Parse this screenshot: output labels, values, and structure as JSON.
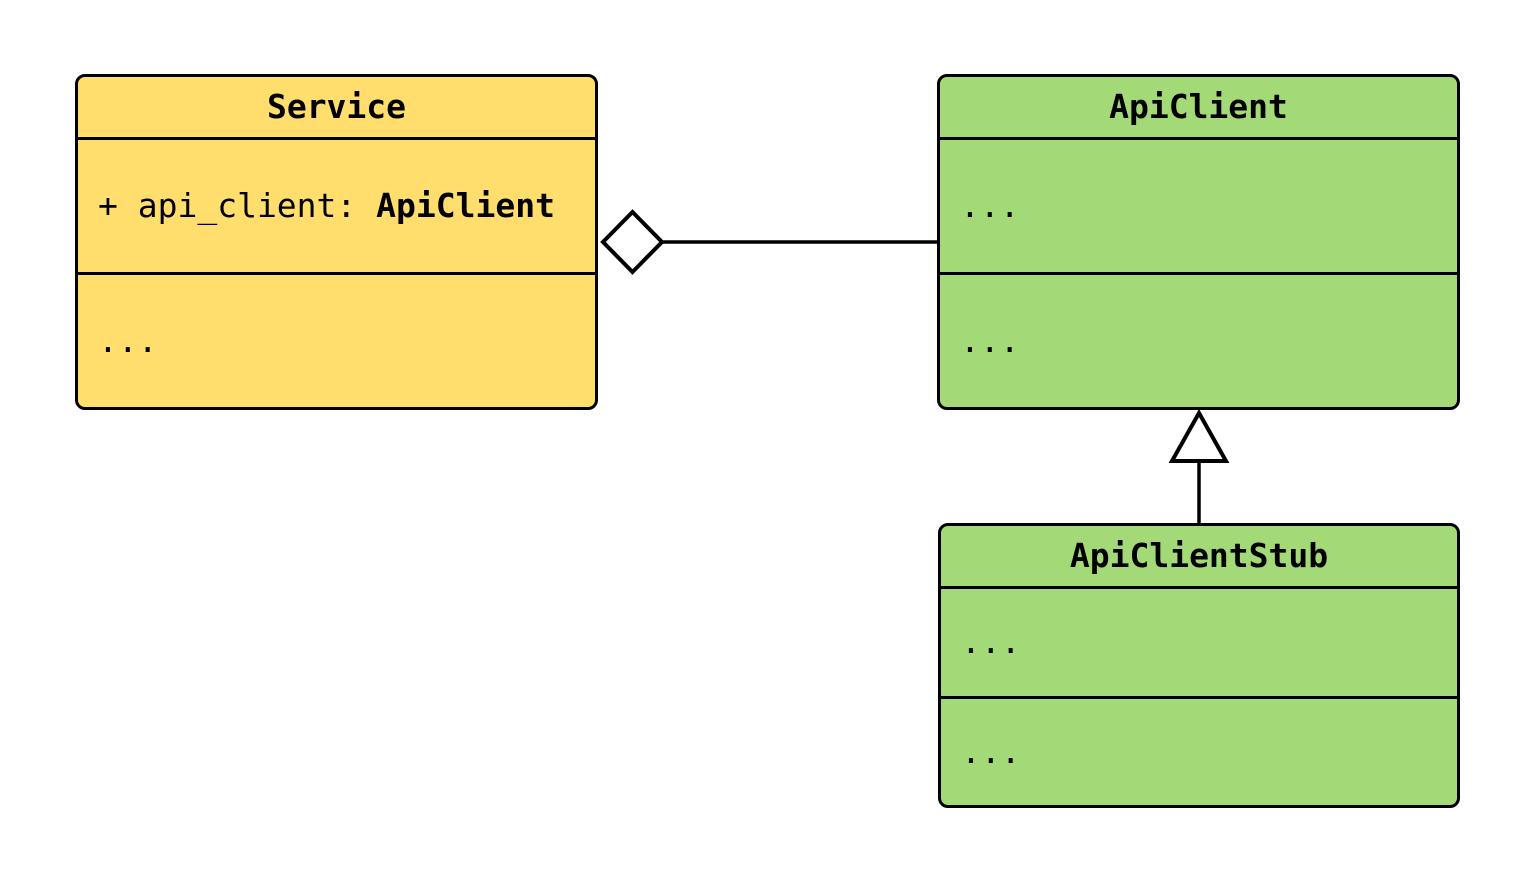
{
  "colors": {
    "service_fill": "#FFDE6E",
    "api_client_fill": "#A3D977",
    "api_client_stub_fill": "#A3D977",
    "stroke": "#000000",
    "marker_fill": "#FFFFFF",
    "background": "#FFFFFF"
  },
  "service": {
    "title": "Service",
    "attribute_prefix": "+ api_client: ",
    "attribute_type": "ApiClient",
    "methods_placeholder": "..."
  },
  "api_client": {
    "title": "ApiClient",
    "attributes_placeholder": "...",
    "methods_placeholder": "..."
  },
  "api_client_stub": {
    "title": "ApiClientStub",
    "attributes_placeholder": "...",
    "methods_placeholder": "..."
  },
  "relationships": [
    {
      "type": "aggregation",
      "from": "Service",
      "to": "ApiClient",
      "marker": "hollow-diamond",
      "marker_at": "Service"
    },
    {
      "type": "inheritance",
      "from": "ApiClientStub",
      "to": "ApiClient",
      "marker": "hollow-triangle",
      "marker_at": "ApiClient"
    }
  ]
}
